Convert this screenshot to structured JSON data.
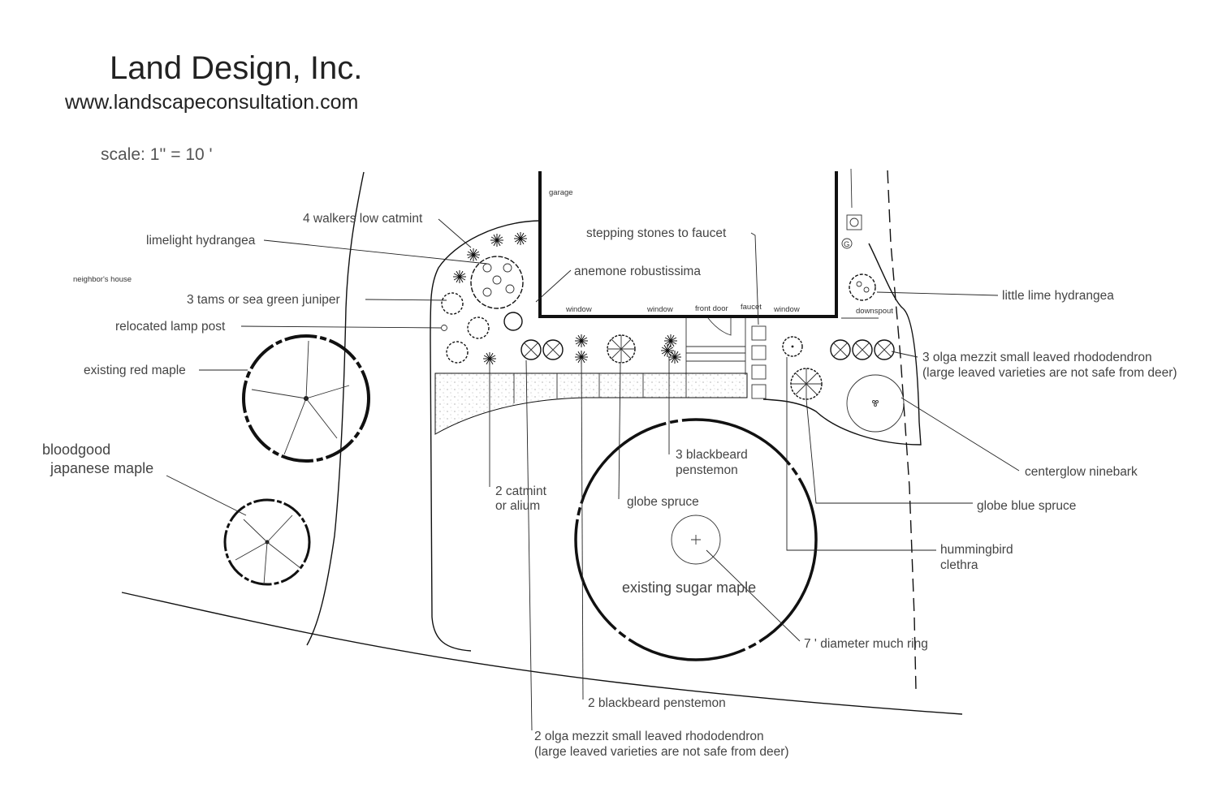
{
  "header": {
    "title": "Land Design, Inc.",
    "url": "www.landscapeconsultation.com",
    "scale": "scale: 1'' = 10 '"
  },
  "site": {
    "garage": "garage",
    "neighbors_house": "neighbor's house",
    "front_door": "front door",
    "faucet": "faucet",
    "window": "window",
    "downspout": "downspout",
    "gas_meter": "G"
  },
  "labels": {
    "walkers_low_catmint": "4 walkers low catmint",
    "limelight_hydrangea": "limelight hydrangea",
    "tams_juniper": "3 tams or sea green juniper",
    "lamp_post": "relocated lamp post",
    "red_maple": "existing red maple",
    "japanese_maple_1": "bloodgood",
    "japanese_maple_2": "japanese maple",
    "stepping_stones": "stepping stones to faucet",
    "anemone": "anemone robustissima",
    "little_lime": "little lime hydrangea",
    "olga_right_1": "3 olga mezzit small leaved rhododendron",
    "olga_right_2": "(large leaved varieties are not safe from deer)",
    "blackbeard_3_1": "3 blackbeard",
    "blackbeard_3_2": "penstemon",
    "catmint_2_1": "2 catmint",
    "catmint_2_2": "or alium",
    "globe_spruce": "globe spruce",
    "centerglow": "centerglow ninebark",
    "globe_blue_spruce": "globe blue spruce",
    "hummingbird_1": "hummingbird",
    "hummingbird_2": "clethra",
    "sugar_maple": "existing sugar maple",
    "mulch_ring": "7 ' diameter much ring",
    "blackbeard_2": "2 blackbeard penstemon",
    "olga_bottom_1": "2 olga mezzit small leaved rhododendron",
    "olga_bottom_2": "(large leaved varieties are not safe from deer)"
  }
}
